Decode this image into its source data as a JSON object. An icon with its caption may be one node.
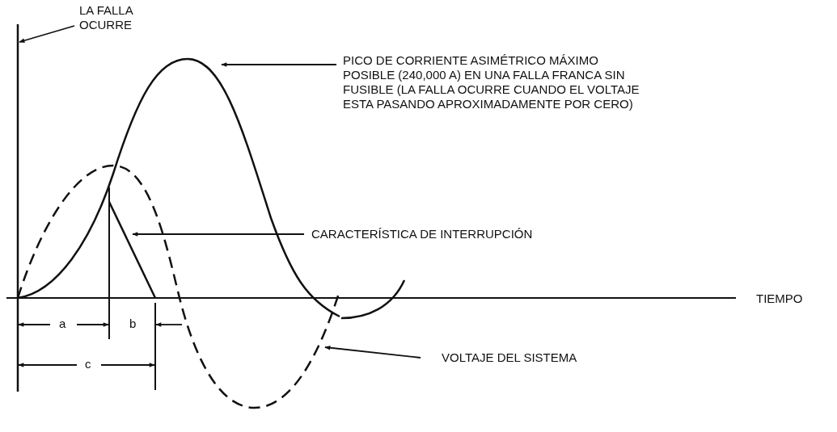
{
  "diagram": {
    "nodes": [
      {
        "text": [
          "LA FALLA OCURRE"
        ]
      },
      {
        "text": [
          "PICO DE CORRIENTE ASIMÉTRICO MÁXIMO POSIBLE (240,000 A) EN UNA FALLA FRANCA SIN FUSIBLE (LA FALLA OCURRE CUANDO EL VOLTAJE ESTA PASANDO APROXIMADAMENTE POR CERO)"
        ]
      },
      {
        "text": [
          "CARACTERÍSTICA DE INTERRUPCIÓN"
        ]
      },
      {
        "text": [
          "VOLTAJE DEL SISTEMA"
        ]
      }
    ],
    "edges": [
      {
        "from": 0,
        "to": null,
        "arrow": "to"
      },
      {
        "from": 1,
        "to": null,
        "arrow": "to"
      },
      {
        "from": 2,
        "to": null,
        "arrow": "to"
      },
      {
        "from": 3,
        "to": null,
        "arrow": "to"
      }
    ],
    "labels": [
      "TIEMPO",
      "a",
      "b",
      "c"
    ]
  }
}
